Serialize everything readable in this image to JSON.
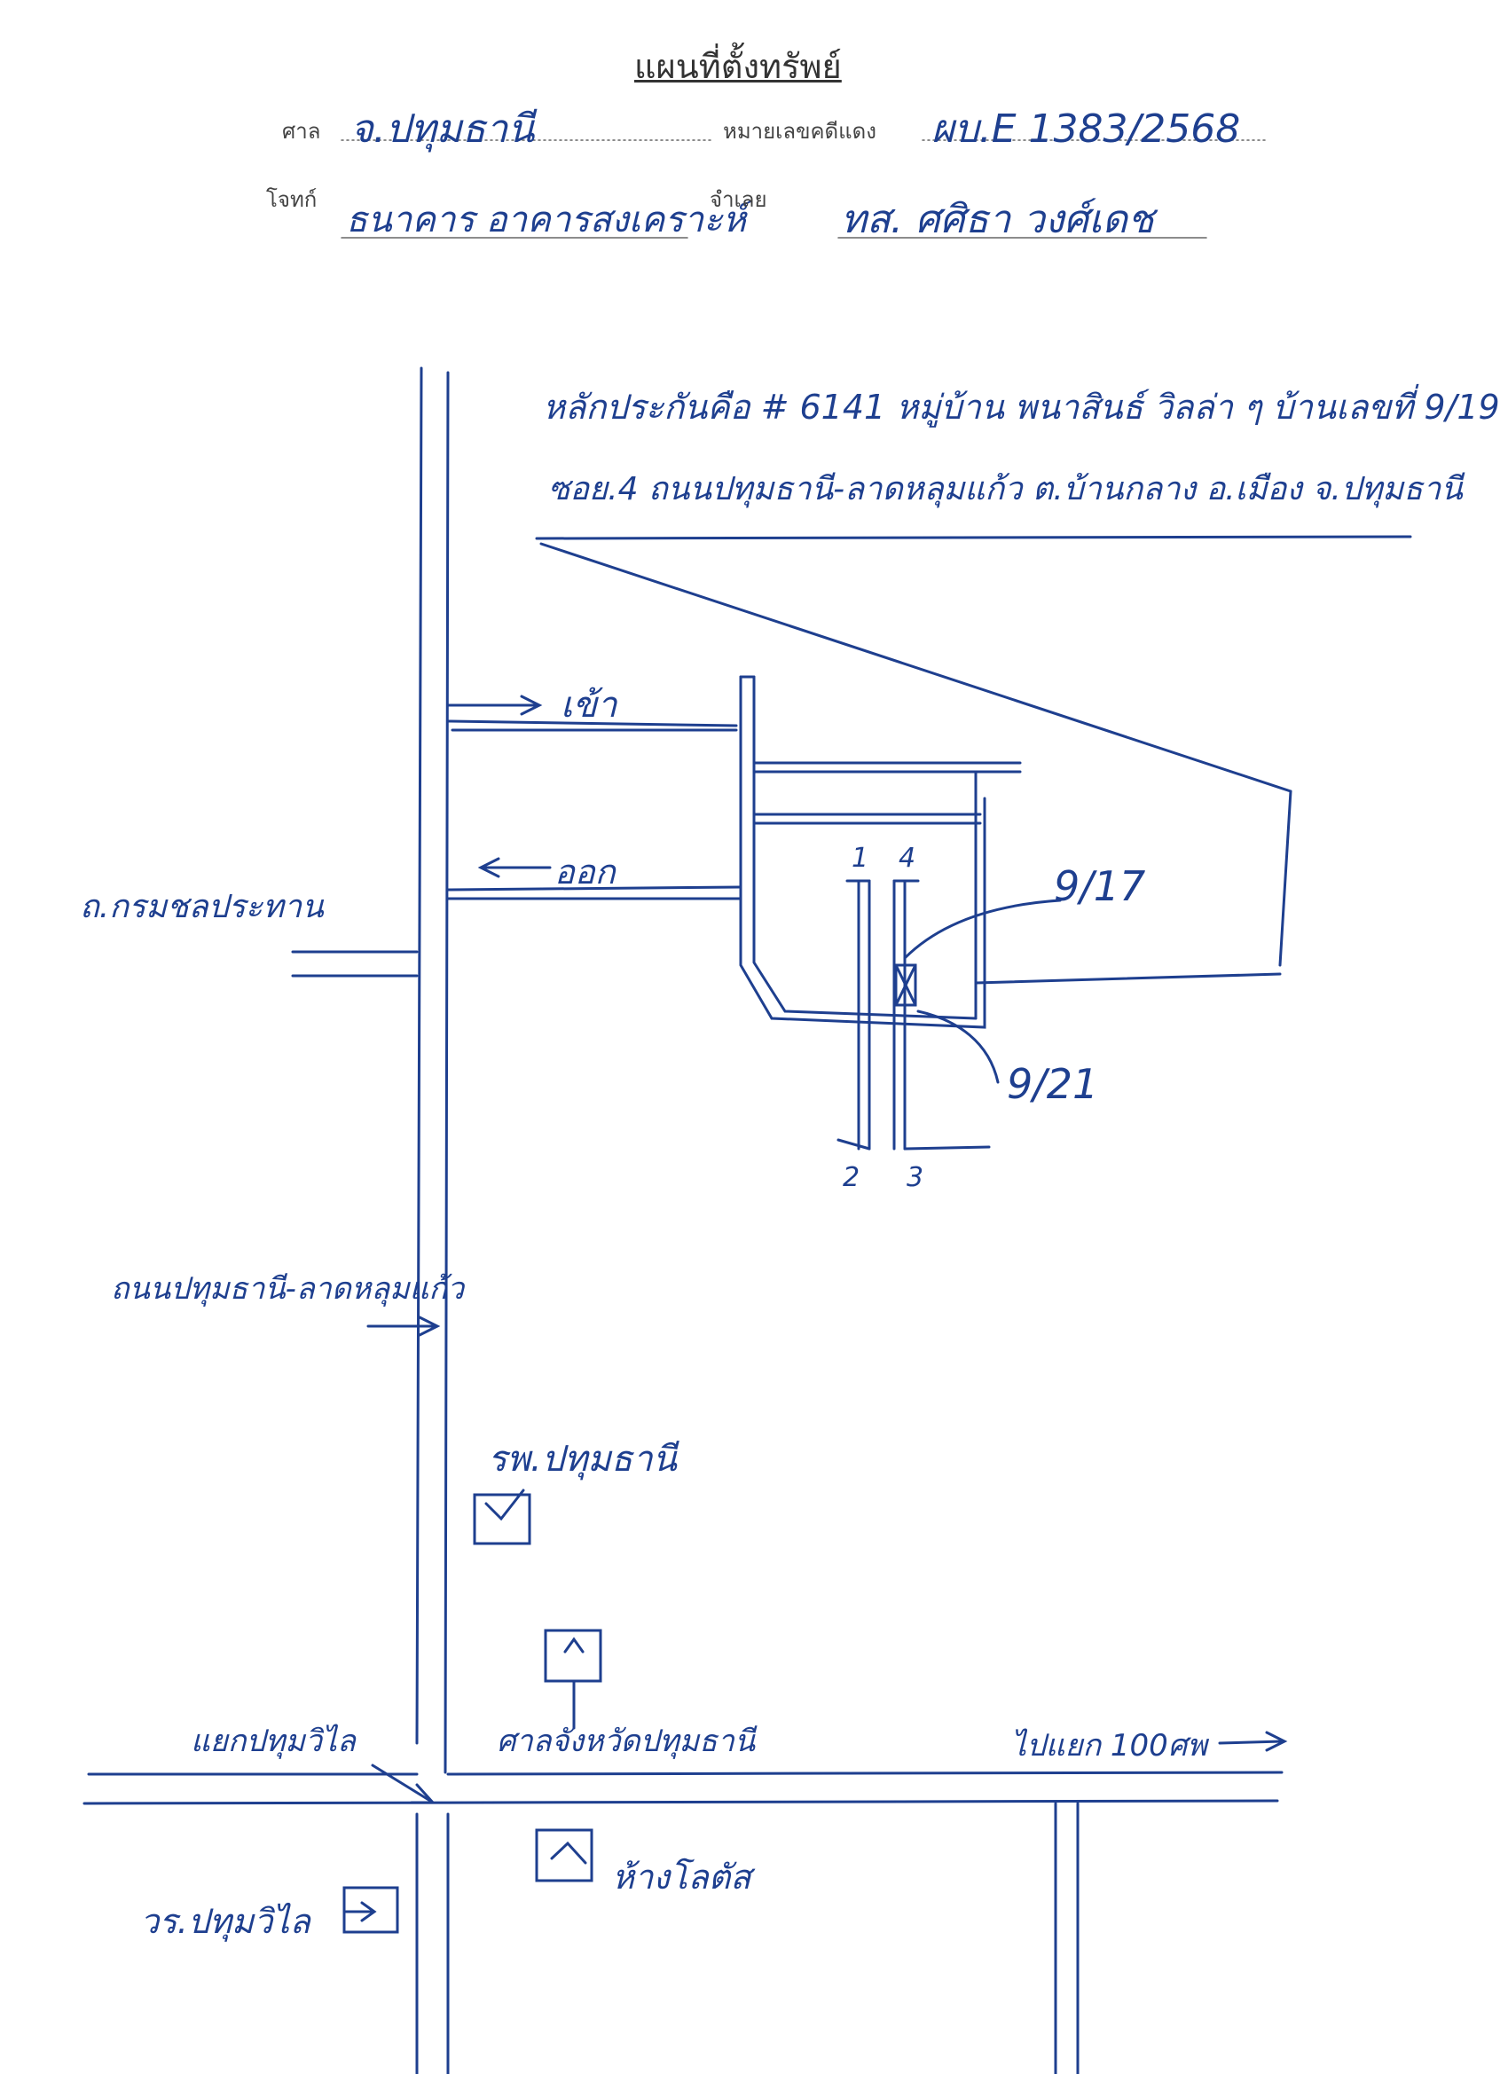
{
  "header": {
    "title": "แผนที่ตั้งทรัพย์",
    "court_label": "ศาล",
    "court_value": "จ.ปทุมธานี",
    "case_label": "หมายเลขคดีแดง",
    "case_value": "ผบ.E 1383/2568",
    "plaintiff_label": "โจทก์",
    "plaintiff_value": "ธนาคาร อาคารสงเคราะห์",
    "defendant_label": "จำเลย",
    "defendant_value": "ทส. ศศิธา วงศ์เดช"
  },
  "property": {
    "line1": "หลักประกันคือ # 6141 หมู่บ้าน พนาสินธ์ วิลล่า ๆ บ้านเลขที่ 9/19",
    "line2": "ซอย.4  ถนนปทุมธานี-ลาดหลุมแก้ว ต.บ้านกลาง อ.เมือง จ.ปทุมธานี"
  },
  "labels": {
    "enter": "เข้า",
    "exit": "ออก",
    "side_road": "ถ.กรมชลประทาน",
    "house_917": "9/17",
    "house_921": "9/21",
    "n1": "1",
    "n2": "2",
    "n3": "3",
    "n4": "4",
    "main_road": "ถนนปทุมธานี-ลาดหลุมแก้ว",
    "hospital": "รพ.ปทุมธานี",
    "court_building": "ศาลจังหวัดปทุมธานี",
    "to_junction": "ไปแยก 100ศพ",
    "junction": "แยกปทุมวิไล",
    "lotus": "ห้างโลตัส",
    "school": "วร.ปทุมวิไล"
  },
  "colors": {
    "ink": "#1e3f8f",
    "printed": "#444444"
  }
}
